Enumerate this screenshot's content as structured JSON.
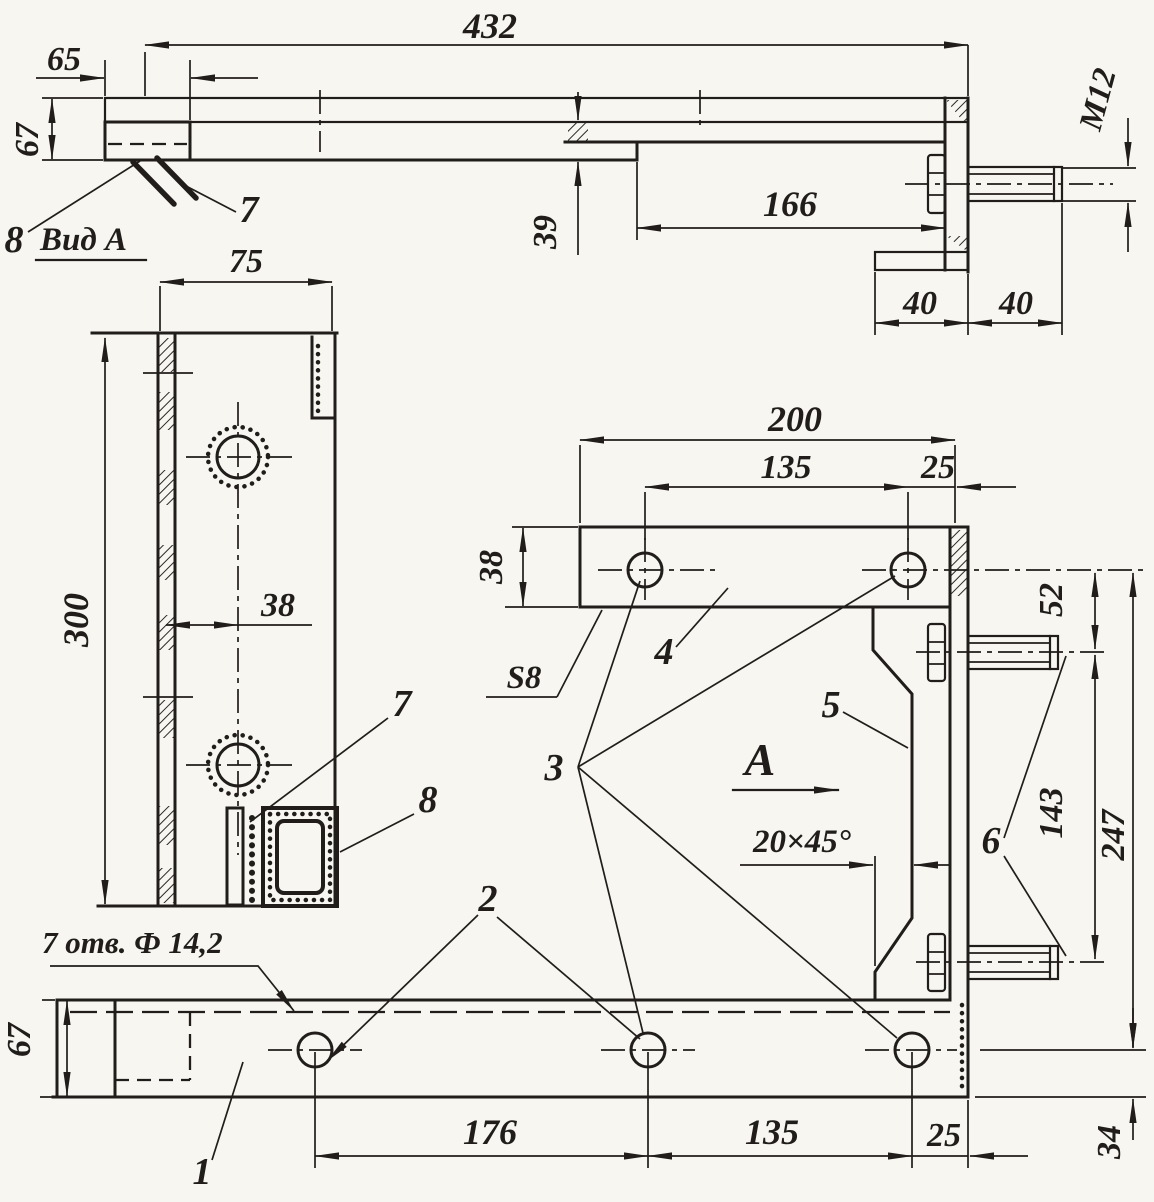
{
  "meta": {
    "background": "#f7f6f1",
    "ink": "#201d1a",
    "drawing_type": "welded bracket assembly, GOST-style scan"
  },
  "views": {
    "top": {
      "dims": {
        "d432": "432",
        "d65": "65",
        "d67": "67",
        "d39": "39",
        "d166": "166",
        "d40a": "40",
        "d40b": "40",
        "m12": "M12"
      },
      "labels": {
        "p7": "7",
        "p8": "8"
      }
    },
    "view_a": {
      "caption": "Вид А",
      "dims": {
        "d75": "75",
        "d300": "300",
        "d38": "38"
      },
      "labels": {
        "p7": "7",
        "p8": "8"
      },
      "note_holes": "7 отв. Ф 14,2"
    },
    "front": {
      "dims": {
        "d200": "200",
        "d135": "135",
        "d25": "25",
        "d38": "38",
        "s8": "S8",
        "chamfer": "20×45°",
        "d52": "52",
        "d143": "143",
        "d247": "247"
      },
      "labels": {
        "p2": "2",
        "p3": "3",
        "p4": "4",
        "p5": "5",
        "p6": "6"
      },
      "view_arrow_letter": "А"
    },
    "bottom": {
      "dims": {
        "d67": "67",
        "d176": "176",
        "d135": "135",
        "d25": "25",
        "d34": "34"
      },
      "labels": {
        "p1": "1"
      }
    }
  }
}
